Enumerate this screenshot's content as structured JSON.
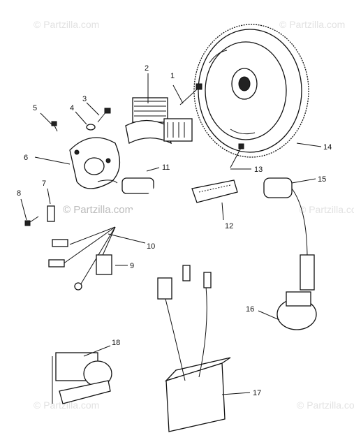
{
  "watermark": "© Partzilla.com",
  "callouts": [
    "1",
    "2",
    "3",
    "4",
    "5",
    "6",
    "7",
    "8",
    "9",
    "10",
    "11",
    "12",
    "13",
    "14",
    "15",
    "16",
    "17",
    "18"
  ]
}
